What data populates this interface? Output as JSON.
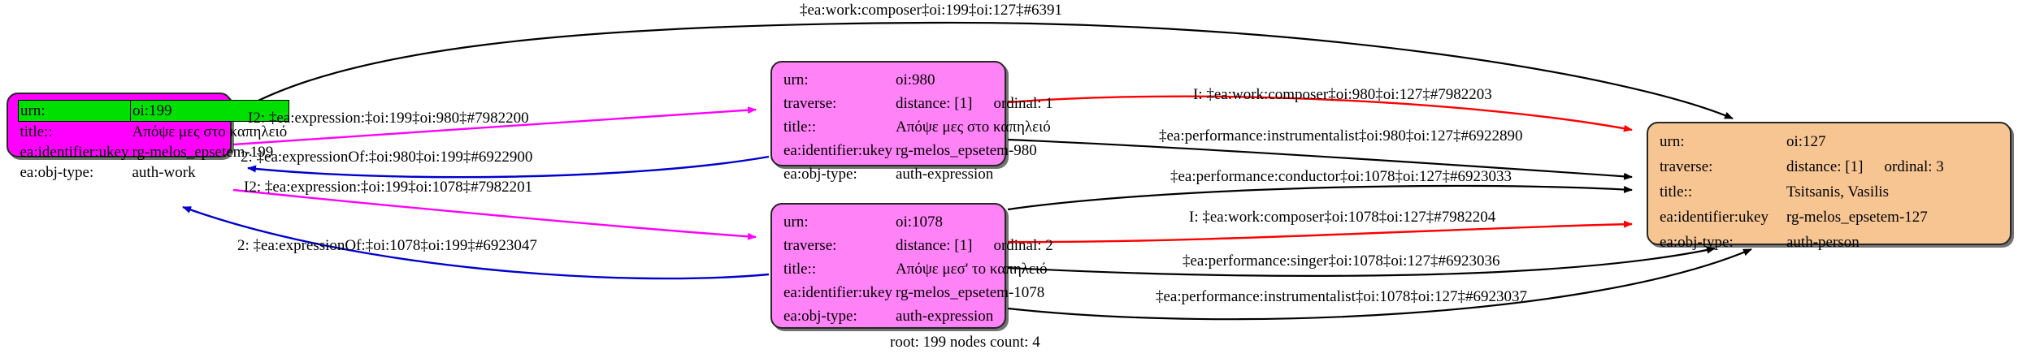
{
  "graph": {
    "caption": "root: 199 nodes count: 4",
    "colors": {
      "root_node_fill": "#ff00ff",
      "root_header_fill": "#00e000",
      "expression_node_fill": "#ff82f7",
      "person_node_fill": "#f6c592",
      "edge_black": "#000000",
      "edge_magenta": "#ff00ff",
      "edge_blue": "#0000cc",
      "edge_red": "#ff0000"
    }
  },
  "nodes": {
    "n199": {
      "rows": [
        {
          "key": "urn:",
          "val": "oi:199"
        },
        {
          "key": "title::",
          "val": "Απόψε μες στο καπηλειό"
        },
        {
          "key": "ea:identifier:ukey",
          "val": "rg-melos_epsetem-199"
        },
        {
          "key": "ea:obj-type:",
          "val": "auth-work"
        }
      ]
    },
    "n980": {
      "rows": [
        {
          "key": "urn:",
          "val": "oi:980"
        },
        {
          "key": "traverse:",
          "val": "distance: [1]",
          "val2": "ordinal: 1"
        },
        {
          "key": "title::",
          "val": "Απόψε μες στο καπηλειό"
        },
        {
          "key": "ea:identifier:ukey",
          "val": "rg-melos_epsetem-980"
        },
        {
          "key": "ea:obj-type:",
          "val": "auth-expression"
        }
      ]
    },
    "n1078": {
      "rows": [
        {
          "key": "urn:",
          "val": "oi:1078"
        },
        {
          "key": "traverse:",
          "val": "distance: [1]",
          "val2": "ordinal: 2"
        },
        {
          "key": "title::",
          "val": "Απόψε μεσ' το καπηλειό"
        },
        {
          "key": "ea:identifier:ukey",
          "val": "rg-melos_epsetem-1078"
        },
        {
          "key": "ea:obj-type:",
          "val": "auth-expression"
        }
      ]
    },
    "n127": {
      "rows": [
        {
          "key": "urn:",
          "val": "oi:127"
        },
        {
          "key": "traverse:",
          "val": "distance: [1]",
          "val2": "ordinal: 3"
        },
        {
          "key": "title::",
          "val": "Tsitsanis, Vasilis"
        },
        {
          "key": "ea:identifier:ukey",
          "val": "rg-melos_epsetem-127"
        },
        {
          "key": "ea:obj-type:",
          "val": "auth-person"
        }
      ]
    }
  },
  "edges": [
    {
      "id": "e1",
      "label": "‡ea:work:composer‡oi:199‡oi:127‡#6391",
      "color": "#000000",
      "from": "oi:199",
      "to": "oi:127"
    },
    {
      "id": "e2",
      "label": "I2: ‡ea:expression:‡oi:199‡oi:980‡#7982200",
      "color": "#ff00ff",
      "from": "oi:199",
      "to": "oi:980"
    },
    {
      "id": "e3",
      "label": "2: ‡ea:expressionOf:‡oi:980‡oi:199‡#6922900",
      "color": "#0000cc",
      "from": "oi:980",
      "to": "oi:199"
    },
    {
      "id": "e4",
      "label": "I2: ‡ea:expression:‡oi:199‡oi:1078‡#7982201",
      "color": "#ff00ff",
      "from": "oi:199",
      "to": "oi:1078"
    },
    {
      "id": "e5",
      "label": "2: ‡ea:expressionOf:‡oi:1078‡oi:199‡#6923047",
      "color": "#0000cc",
      "from": "oi:1078",
      "to": "oi:199"
    },
    {
      "id": "e6",
      "label": "I: ‡ea:work:composer‡oi:980‡oi:127‡#7982203",
      "color": "#ff0000",
      "from": "oi:980",
      "to": "oi:127"
    },
    {
      "id": "e7",
      "label": "‡ea:performance:instrumentalist‡oi:980‡oi:127‡#6922890",
      "color": "#000000",
      "from": "oi:980",
      "to": "oi:127"
    },
    {
      "id": "e8",
      "label": "‡ea:performance:conductor‡oi:1078‡oi:127‡#6923033",
      "color": "#000000",
      "from": "oi:1078",
      "to": "oi:127"
    },
    {
      "id": "e9",
      "label": "I: ‡ea:work:composer‡oi:1078‡oi:127‡#7982204",
      "color": "#ff0000",
      "from": "oi:1078",
      "to": "oi:127"
    },
    {
      "id": "e10",
      "label": "‡ea:performance:singer‡oi:1078‡oi:127‡#6923036",
      "color": "#000000",
      "from": "oi:1078",
      "to": "oi:127"
    },
    {
      "id": "e11",
      "label": "‡ea:performance:instrumentalist‡oi:1078‡oi:127‡#6923037",
      "color": "#000000",
      "from": "oi:1078",
      "to": "oi:127"
    }
  ]
}
